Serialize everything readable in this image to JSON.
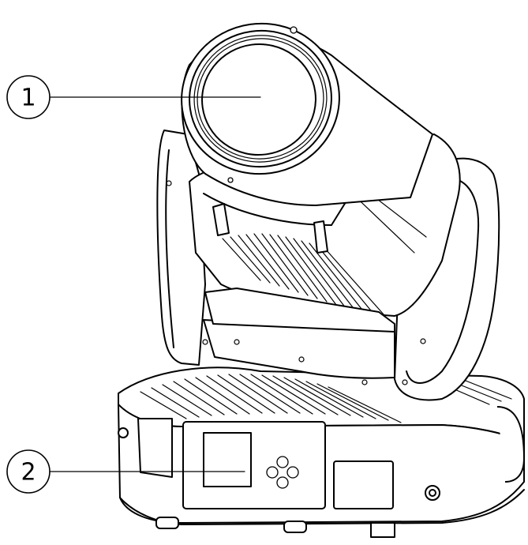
{
  "callouts": [
    {
      "number": "1",
      "target": "lens"
    },
    {
      "number": "2",
      "target": "control-panel-display"
    }
  ]
}
